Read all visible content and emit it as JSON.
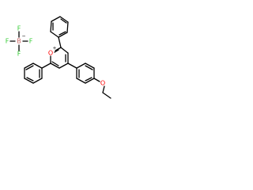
{
  "atoms": {
    "fluorine": {
      "text": "F",
      "color": "#33cc33"
    },
    "boron": {
      "text": "B",
      "color": "#cc6666"
    },
    "oxygen": {
      "text": "O",
      "color": "#ff0000"
    },
    "ether_oxygen": {
      "text": "O",
      "color": "#ff0000"
    }
  },
  "charges": {
    "minus": "−",
    "plus": "+"
  },
  "colors": {
    "bond": "#000000",
    "background": "#ffffff"
  }
}
